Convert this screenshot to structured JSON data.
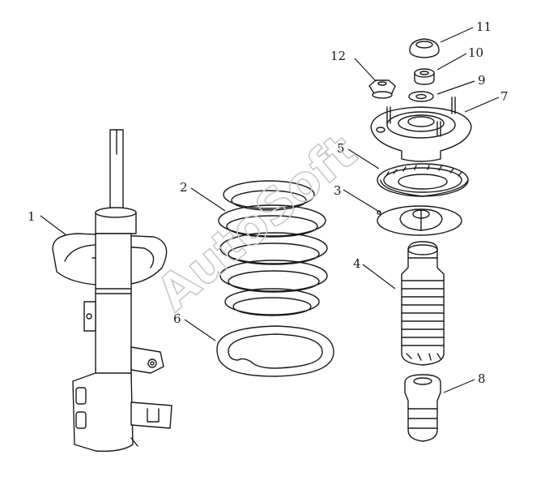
{
  "callouts": {
    "c1": "1",
    "c2": "2",
    "c3": "3",
    "c4": "4",
    "c5": "5",
    "c6": "6",
    "c7": "7",
    "c8": "8",
    "c9": "9",
    "c10": "10",
    "c11": "11",
    "c12": "12"
  },
  "watermark": "AutoSoft",
  "colors": {
    "line": "#1a1a1a",
    "watermark": "#c8c8c8",
    "background": "#ffffff"
  }
}
